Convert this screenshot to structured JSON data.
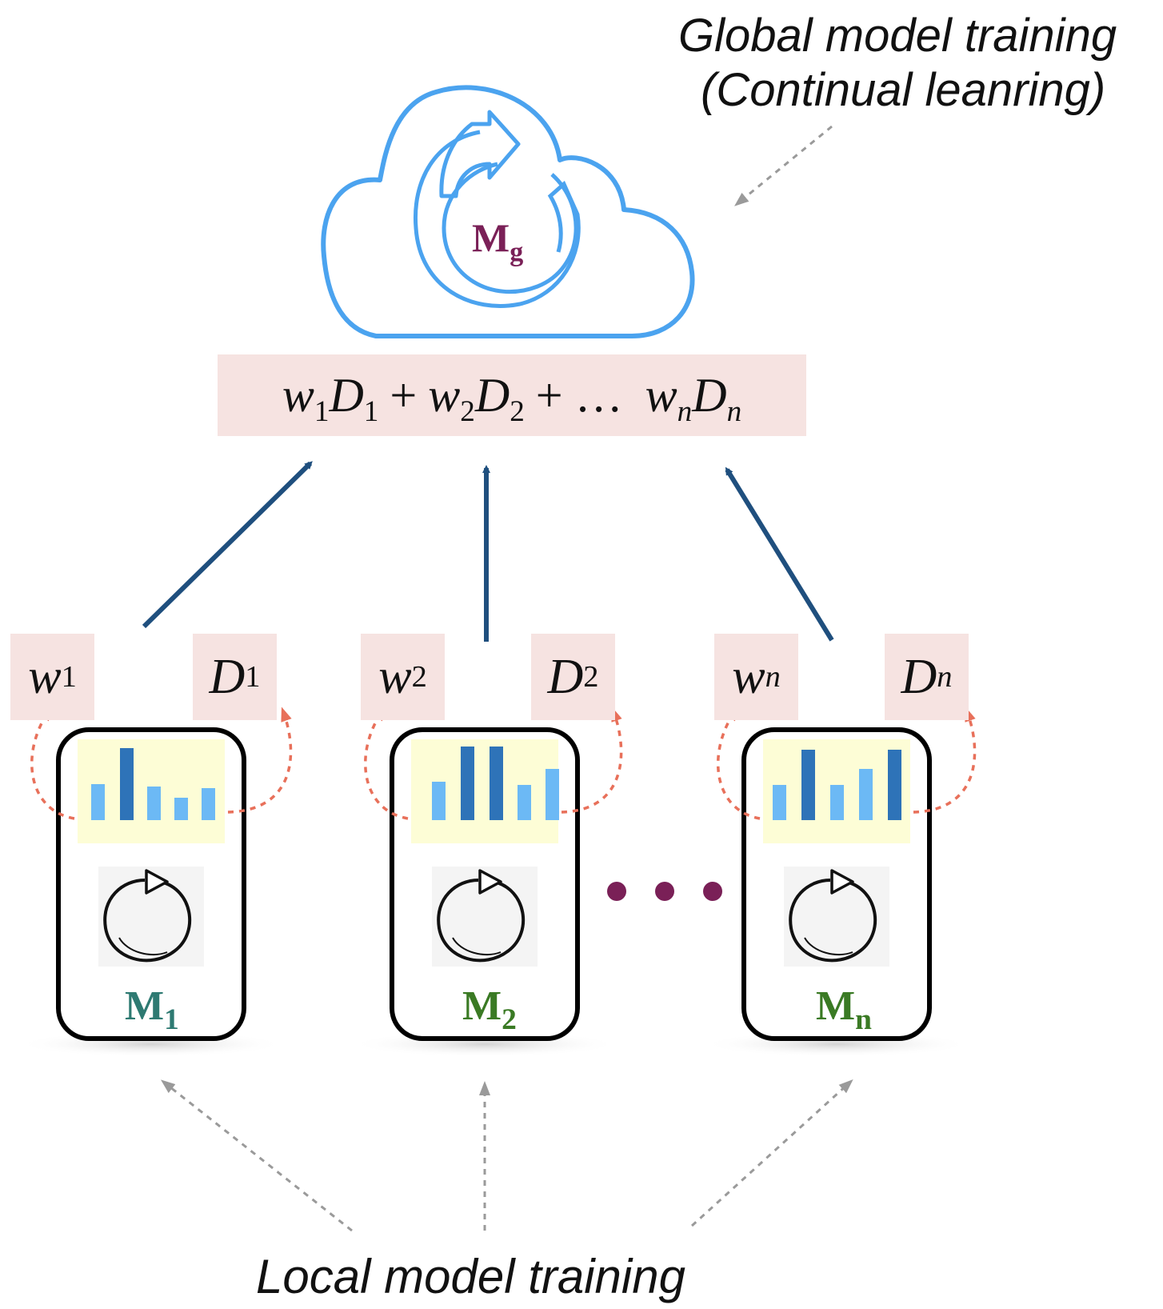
{
  "captions": {
    "global_line1": "Global model training",
    "global_line2": "(Continual leanring)",
    "local": "Local model training"
  },
  "cloud": {
    "model_main": "M",
    "model_sub": "g",
    "label_color": "#7a2057",
    "stroke_color": "#4ba3ef"
  },
  "aggregation": {
    "terms": [
      {
        "w": "w",
        "w_sub": "1",
        "d": "D",
        "d_sub": "1",
        "op": "+"
      },
      {
        "w": "w",
        "w_sub": "2",
        "d": "D",
        "d_sub": "2",
        "op": "+ …"
      },
      {
        "w": "w",
        "w_sub": "n",
        "d": "D",
        "d_sub": "n",
        "op": ""
      }
    ],
    "background": "#f6e3e1"
  },
  "clients": [
    {
      "w": "w",
      "w_sub": "1",
      "d": "D",
      "d_sub": "1",
      "model_main": "M",
      "model_sub": "1",
      "label_color": "#2e7a72"
    },
    {
      "w": "w",
      "w_sub": "2",
      "d": "D",
      "d_sub": "2",
      "model_main": "M",
      "model_sub": "2",
      "label_color": "#3a7a24"
    },
    {
      "w": "w",
      "w_sub": "n",
      "d": "D",
      "d_sub": "n",
      "model_main": "M",
      "model_sub": "n",
      "label_color": "#3a7a24"
    }
  ],
  "colors": {
    "upload_arrow": "#1f4f7e",
    "local_loop_arrow": "#e8705a",
    "annotation_arrow": "#9a9a9a",
    "ellipsis_dots": "#7a2057",
    "histogram_bg": "#fdfdd6",
    "bar_dark": "#2e73b8",
    "bar_light": "#6cb9f5"
  }
}
